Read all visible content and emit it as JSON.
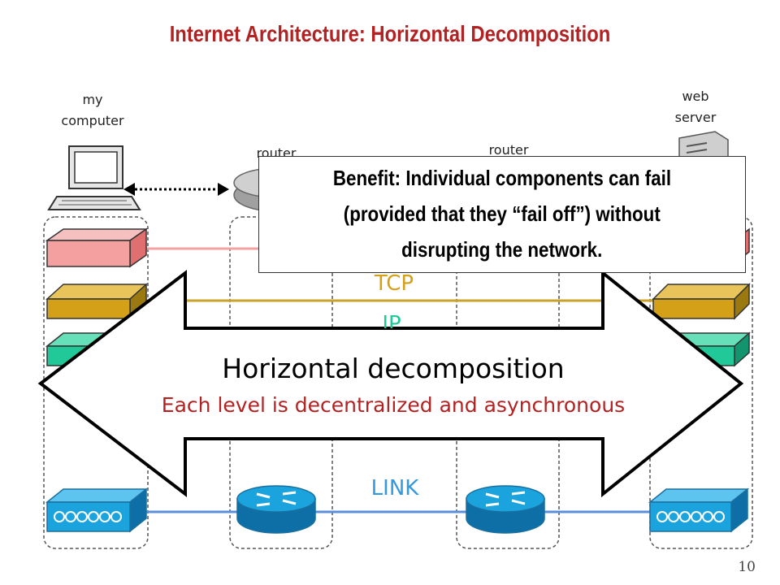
{
  "title": "Internet Architecture: Horizontal Decomposition",
  "nodes": {
    "my_computer": [
      "my",
      "computer"
    ],
    "router_left": "router",
    "router_right": "router",
    "web_server": [
      "web",
      "server"
    ]
  },
  "callout": {
    "lines": [
      "Benefit: Individual components can fail",
      "(provided that they “fail off”) without",
      "disrupting the network."
    ]
  },
  "layers": {
    "tcp": "TCP",
    "ip": "IP",
    "link": "LINK"
  },
  "arrow": {
    "title": "Horizontal decomposition",
    "subtitle": "Each level is decentralized and asynchronous"
  },
  "page_number": "10",
  "colors": {
    "title": "#b22222",
    "app_layer": "#f4a0a0",
    "tcp_layer": "#d4a017",
    "ip_layer": "#20c997",
    "link_layer": "#3399dd",
    "link_line": "#5b8fd9",
    "subtitle": "#b22222"
  },
  "icons": [
    "desktop-computer-icon",
    "router-icon",
    "server-icon",
    "switch-icon"
  ]
}
